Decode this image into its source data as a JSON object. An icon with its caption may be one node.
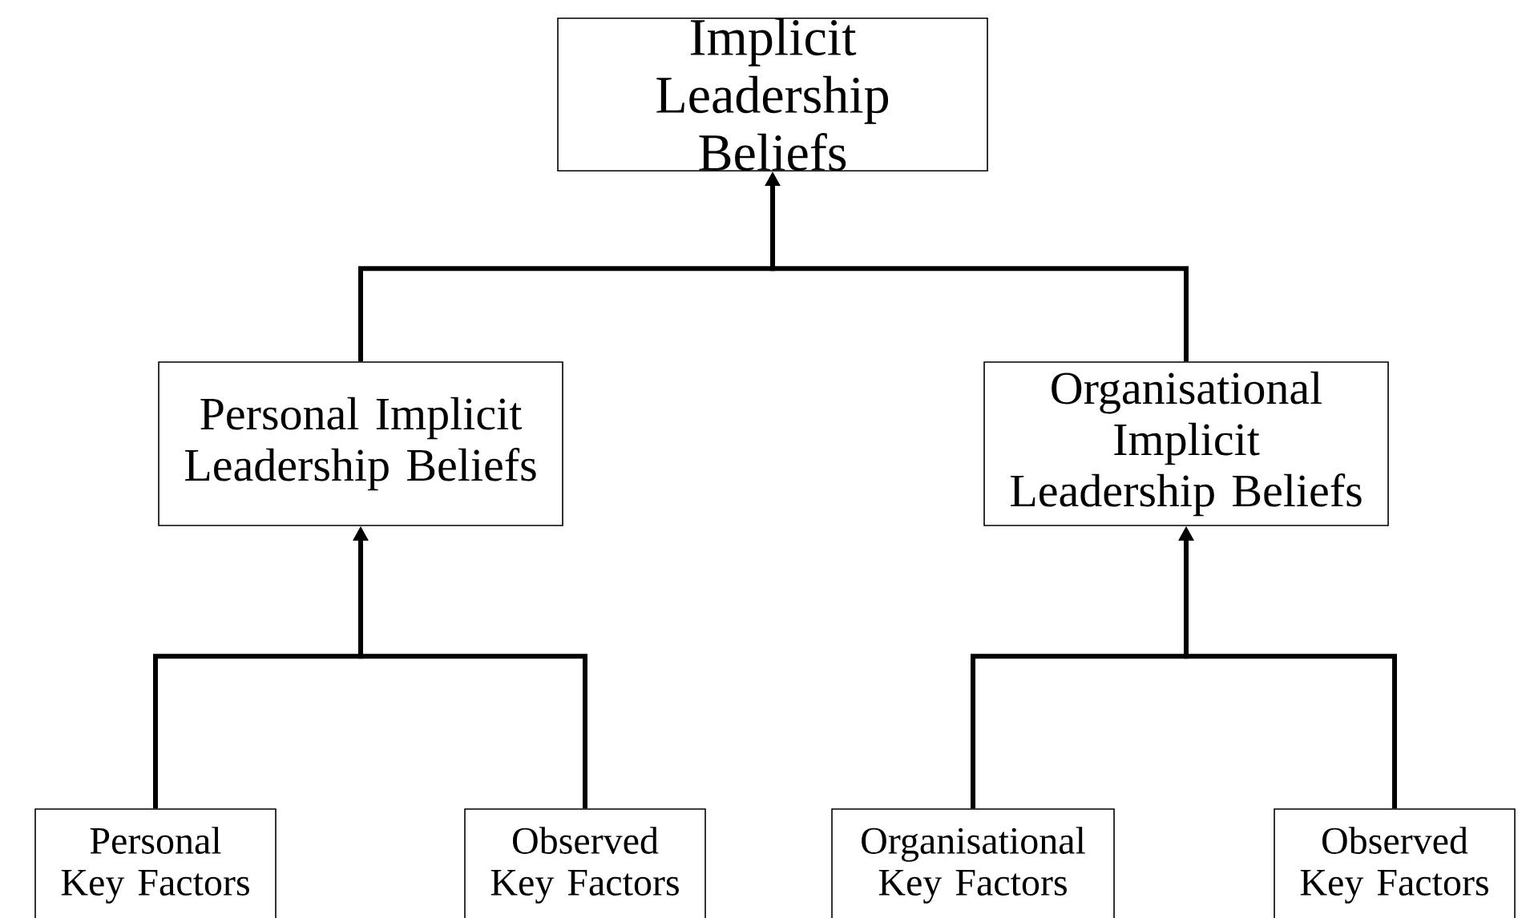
{
  "diagram": {
    "nodes": [
      {
        "text": [
          "Implicit Leadership Beliefs"
        ]
      },
      {
        "text": [
          "Personal Implicit Leadership Beliefs"
        ]
      },
      {
        "text": [
          "Organisational Implicit Leadership Beliefs"
        ]
      },
      {
        "text": [
          "Personal Key Factors"
        ]
      },
      {
        "text": [
          "Observed Key Factors"
        ]
      },
      {
        "text": [
          "Organisational Key Factors"
        ]
      },
      {
        "text": [
          "Observed Key Factors"
        ]
      }
    ],
    "edges": [
      {
        "from": 1,
        "to": 0,
        "arrow": "to"
      },
      {
        "from": 2,
        "to": 0,
        "arrow": "to"
      },
      {
        "from": 3,
        "to": 1,
        "arrow": "to"
      },
      {
        "from": 4,
        "to": 1,
        "arrow": "to"
      },
      {
        "from": 5,
        "to": 2,
        "arrow": "to"
      },
      {
        "from": 6,
        "to": 2,
        "arrow": "to"
      }
    ]
  }
}
